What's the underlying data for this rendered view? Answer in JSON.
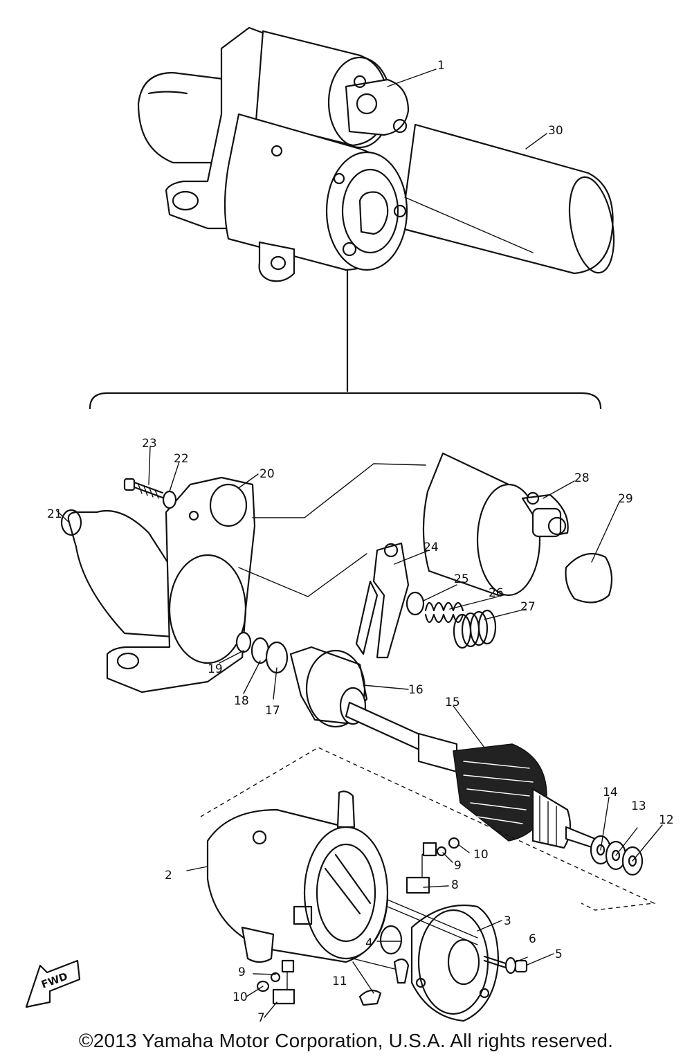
{
  "diagram": {
    "callouts": [
      "1",
      "2",
      "3",
      "4",
      "5",
      "6",
      "8",
      "9",
      "10",
      "11",
      "12",
      "13",
      "14",
      "15",
      "16",
      "17",
      "18",
      "19",
      "20",
      "21",
      "22",
      "23",
      "24",
      "25",
      "26",
      "27",
      "28",
      "29",
      "30",
      "9",
      "10",
      "7"
    ],
    "fwd_label": "FWD"
  },
  "footer": {
    "copyright": "©2013 Yamaha Motor Corporation, U.S.A. All rights reserved."
  }
}
